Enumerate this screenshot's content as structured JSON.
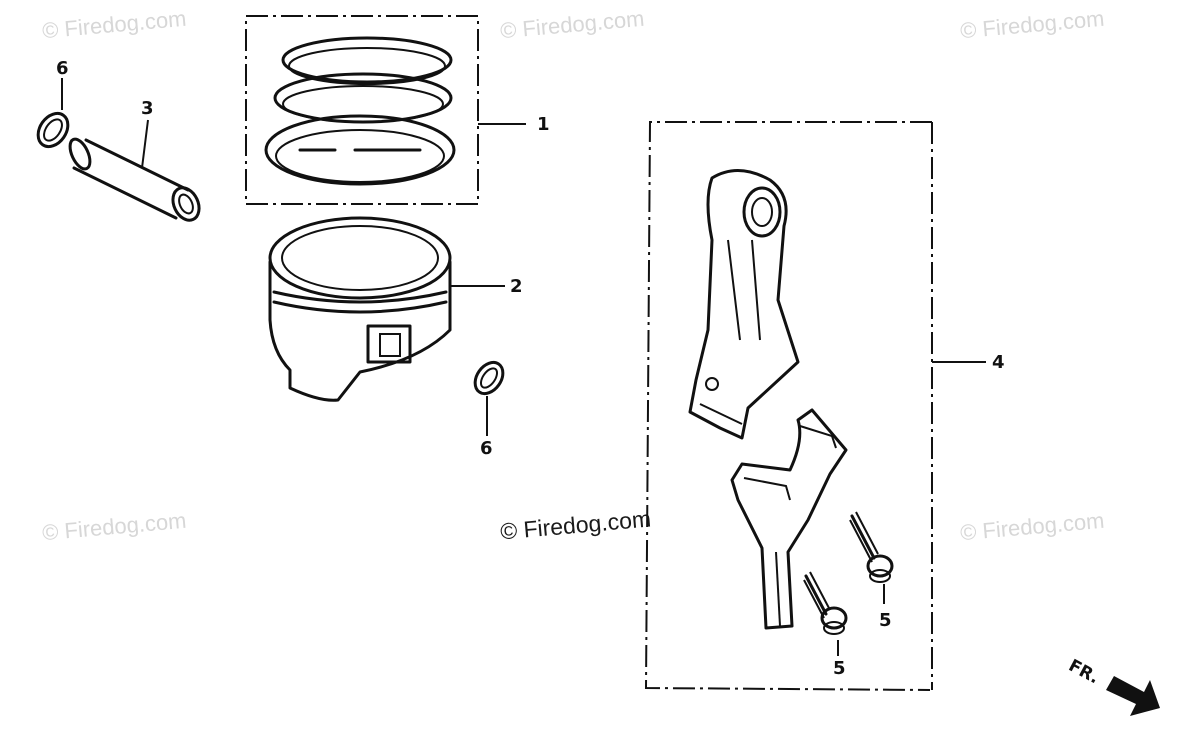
{
  "watermarks": [
    "© Firedog.com",
    "© Firedog.com",
    "© Firedog.com",
    "© Firedog.com",
    "© Firedog.com",
    "© Firedog.com"
  ],
  "callouts": {
    "piston_ring_set": "1",
    "piston": "2",
    "piston_pin": "3",
    "connecting_rod_assy": "4",
    "rod_bolt_a": "5",
    "rod_bolt_b": "5",
    "pin_clip_top": "6",
    "pin_clip_bottom": "6"
  },
  "direction_indicator": "FR."
}
